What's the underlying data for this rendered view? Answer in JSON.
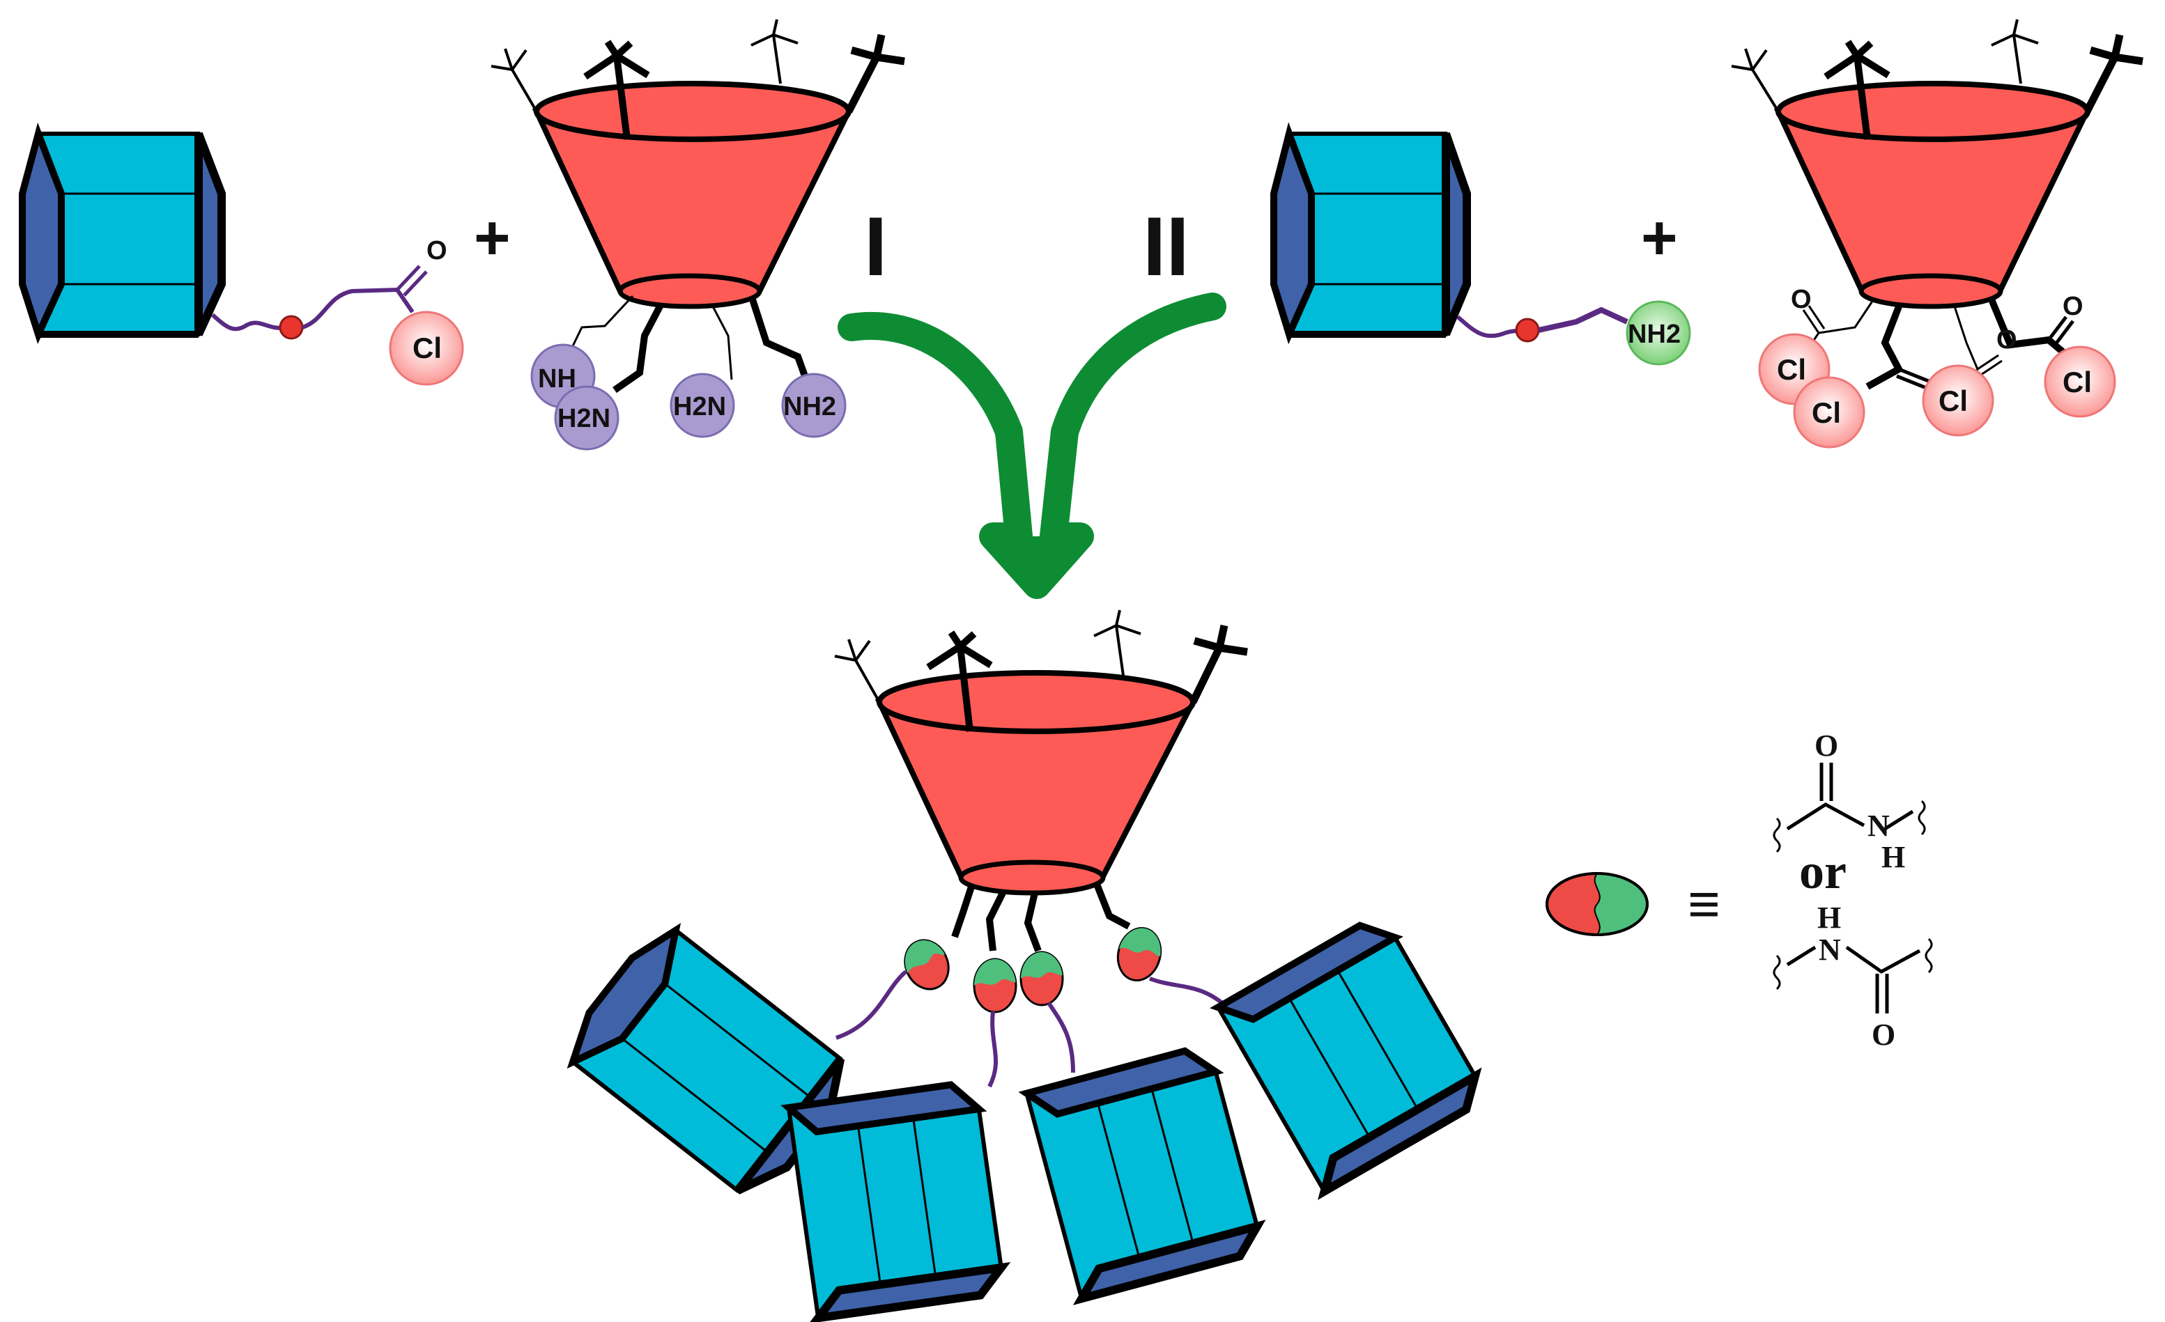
{
  "labels": {
    "plus": "+",
    "route_one": "I",
    "route_two": "II",
    "chlorine": "Cl",
    "oxygen": "O",
    "amine_nh": "NH",
    "amine_h2n": "H2N",
    "amine_nh2": "NH2",
    "equivalence": "≡",
    "or_label": "or",
    "amide_o": "O",
    "amide_n": "N",
    "amide_h": "H"
  },
  "colors": {
    "cone": "#fe5b56",
    "prism_face": "#00bcd8",
    "prism_end": "#3f62a8",
    "linker": "#5a2a82",
    "arrow": "#0e8c34",
    "plus": "#f08a1e",
    "route": "#e5302c",
    "acyl_chloride_ball": "#fbc3c2",
    "amine_ball_purple": "#a99bd0",
    "amine_ball_green": "#8fd88c",
    "amide_red": "#ee4b46",
    "amide_green": "#4fbf7e"
  },
  "icons": [
    "cyclodextrin-cone",
    "hexagonal-prism",
    "amide-bond-ellipse"
  ]
}
